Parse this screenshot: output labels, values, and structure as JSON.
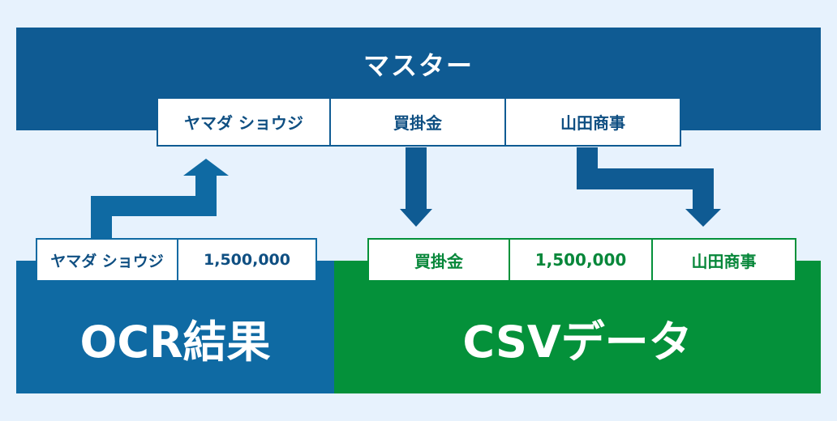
{
  "master": {
    "title": "マスター",
    "fields": [
      "ヤマダ ショウジ",
      "買掛金",
      "山田商事"
    ]
  },
  "ocr": {
    "title": "OCR結果",
    "fields": [
      "ヤマダ ショウジ",
      "1,500,000"
    ]
  },
  "csv": {
    "title": "CSVデータ",
    "fields": [
      "買掛金",
      "1,500,000",
      "山田商事"
    ]
  },
  "colors": {
    "background": "#e7f2fd",
    "master": "#0f5b93",
    "ocr": "#0f6aa3",
    "csv": "#04913a",
    "arrow": "#0f5b93",
    "arrow_ocr": "#0f6aa3"
  }
}
